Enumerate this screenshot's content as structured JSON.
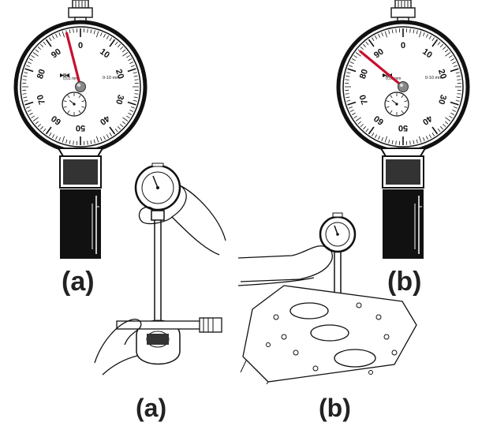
{
  "gauge_a": {
    "unit_text": "0,01 mm",
    "range_text": "0-10 mm",
    "scale": [
      "0",
      "10",
      "20",
      "30",
      "40",
      "50",
      "60",
      "70",
      "80",
      "90"
    ],
    "needle_value": 96
  },
  "gauge_b": {
    "unit_text": "0,01 mm",
    "range_text": "0-10 mm",
    "scale": [
      "0",
      "10",
      "20",
      "30",
      "40",
      "50",
      "60",
      "70",
      "80",
      "90"
    ],
    "needle_value": 86
  },
  "labels": {
    "top_a": "(a)",
    "top_b": "(b)",
    "bottom_a": "(a)",
    "bottom_b": "(b)"
  },
  "colors": {
    "needle": "#c8102e",
    "ink": "#1a1a1a"
  }
}
